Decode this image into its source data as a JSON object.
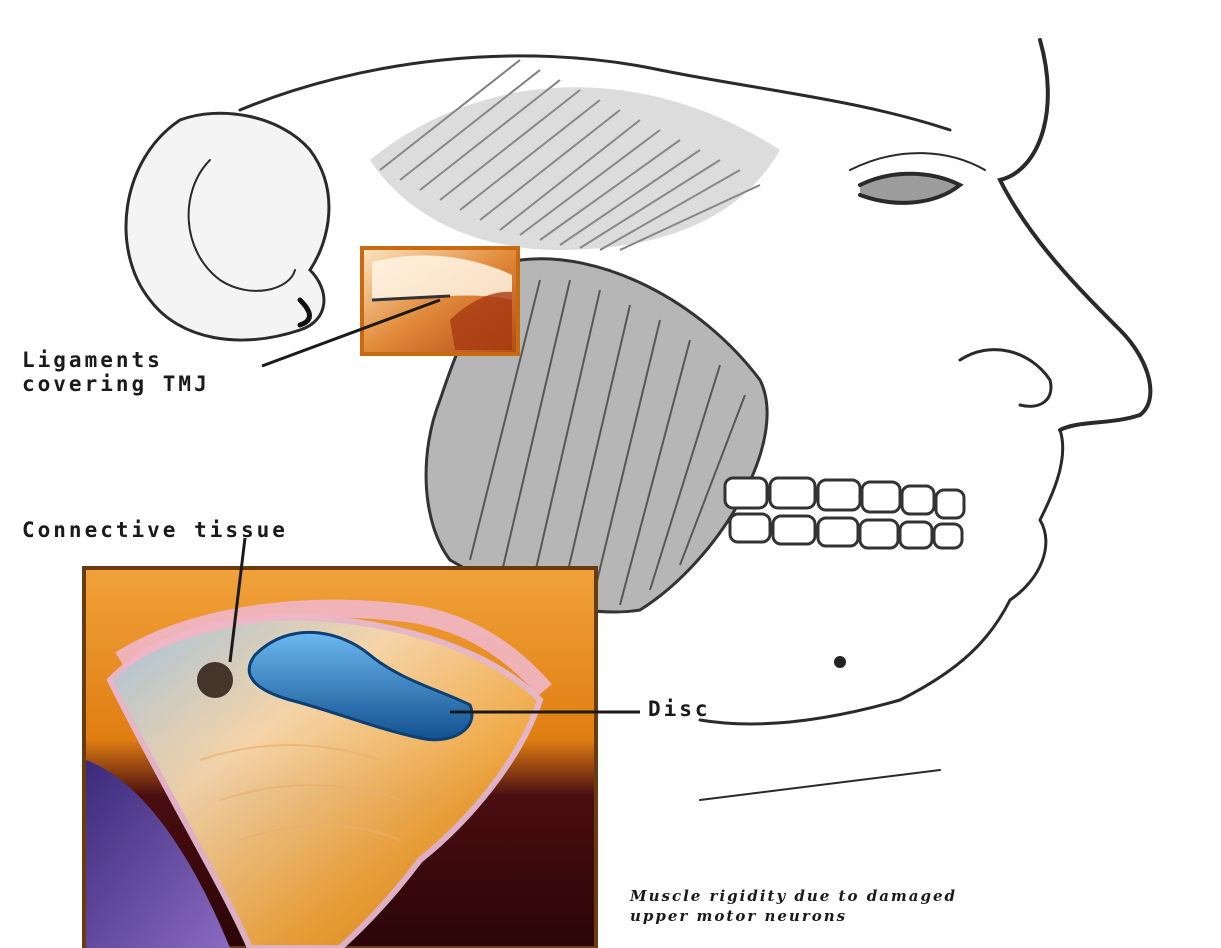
{
  "labels": {
    "ligaments_line1": "Ligaments",
    "ligaments_line2": "covering TMJ",
    "connective_tissue": "Connective tissue",
    "disc": "Disc"
  },
  "caption": {
    "line1": "Muscle rigidity due to damaged",
    "line2": "upper motor neurons"
  },
  "colors": {
    "ink": "#1a1a1a",
    "inset_orange": "#e58a1a",
    "disc_blue": "#2a7fc4",
    "dark_red": "#4a0d10"
  }
}
